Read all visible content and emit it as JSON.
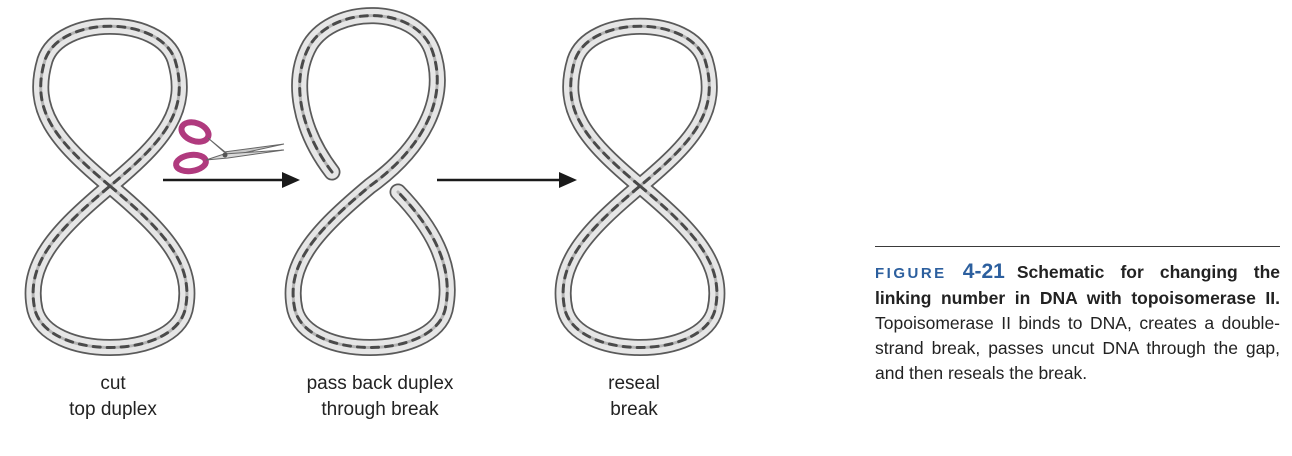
{
  "figure": {
    "steps": [
      {
        "label_line1": "cut",
        "label_line2": "top duplex"
      },
      {
        "label_line1": "pass back duplex",
        "label_line2": "through break"
      },
      {
        "label_line1": "reseal",
        "label_line2": "break"
      }
    ],
    "icons": [
      "scissors-icon",
      "arrow-right-icon"
    ],
    "colors": {
      "tube_outline": "#5a5a5a",
      "tube_fill": "#e6e6e6",
      "strand_dark": "#4a4a4a",
      "strand_light": "#b4b4b4",
      "scissors_handle": "#b03a7e",
      "arrow": "#1a1a1a",
      "caption_accent": "#2c5f9e"
    }
  },
  "caption": {
    "figure_word": "FIGURE",
    "figure_number": "4-21",
    "title": "Schematic for changing the linking number in DNA with topoisomerase II.",
    "body": "Topoisomerase II binds to DNA, creates a double-strand break, passes uncut DNA through the gap, and then reseals the break."
  }
}
